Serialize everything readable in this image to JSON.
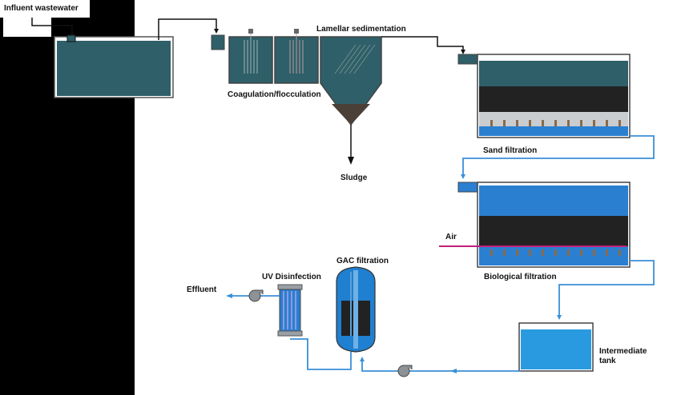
{
  "labels": {
    "influent": "Influent wastewater",
    "lamellar": "Lamellar sedimentation",
    "coagulation": "Coagulation/flocculation",
    "sludge": "Sludge",
    "sand": "Sand filtration",
    "air": "Air",
    "biological": "Biological filtration",
    "gac": "GAC filtration",
    "uv": "UV Disinfection",
    "effluent": "Effluent",
    "intermediate_line1": "Intermediate",
    "intermediate_line2": "tank"
  },
  "colors": {
    "tank_water": "#2f5f68",
    "media_dark": "#222222",
    "blue_water": "#2a7fd1",
    "pipe_black": "#111111",
    "pipe_blue": "#3a8fd8",
    "air_line": "#c2207a",
    "sludge": "#4a4038"
  }
}
